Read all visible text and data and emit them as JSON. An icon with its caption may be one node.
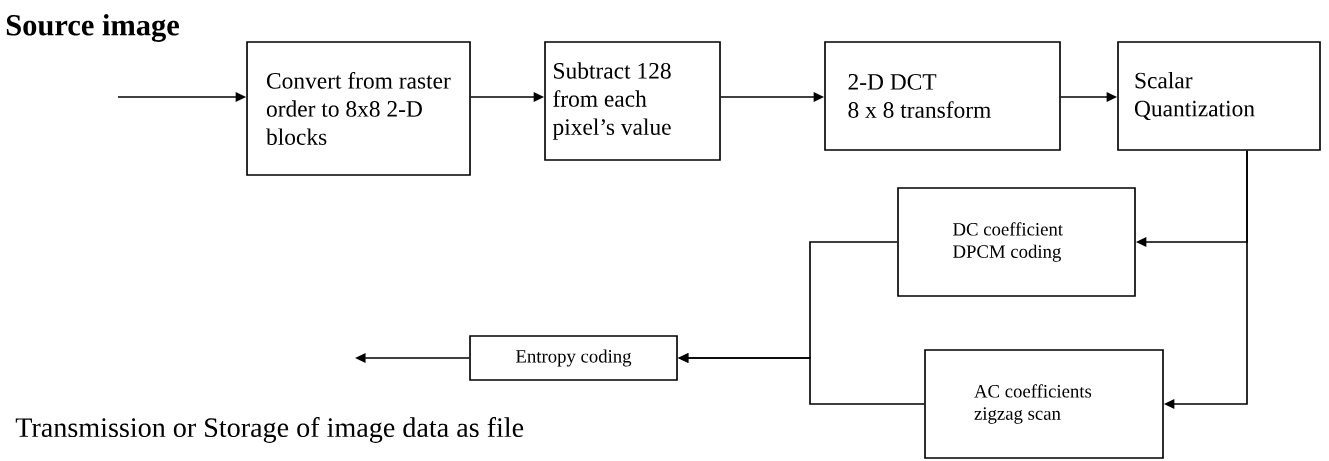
{
  "diagram": {
    "nodes": [
      {
        "text": [
          "Convert from raster order to 8x8 2-D blocks"
        ]
      },
      {
        "text": [
          "Subtract 128 from each pixel’s value"
        ]
      },
      {
        "text": [
          "2-D DCT",
          "8 x 8 transform"
        ]
      },
      {
        "text": [
          "Scalar Quantization"
        ]
      },
      {
        "text": [
          "DC coefficient DPCM coding"
        ]
      },
      {
        "text": [
          "AC coefficients zigzag scan"
        ]
      },
      {
        "text": [
          "Entropy coding"
        ]
      }
    ],
    "edges": [
      {
        "from": null,
        "to": 0,
        "arrow": "to"
      },
      {
        "from": 0,
        "to": 1,
        "arrow": "to"
      },
      {
        "from": 1,
        "to": 2,
        "arrow": "to"
      },
      {
        "from": 2,
        "to": 3,
        "arrow": "to"
      },
      {
        "from": 3,
        "to": 4,
        "arrow": "to"
      },
      {
        "from": 3,
        "to": 5,
        "arrow": "to"
      },
      {
        "from": 4,
        "to": 6,
        "arrow": "to"
      },
      {
        "from": 5,
        "to": 6,
        "arrow": "to"
      },
      {
        "from": 6,
        "to": null,
        "arrow": "to"
      }
    ],
    "labels": [
      "Source image",
      "Transmission or Storage  of  image data as file"
    ]
  }
}
